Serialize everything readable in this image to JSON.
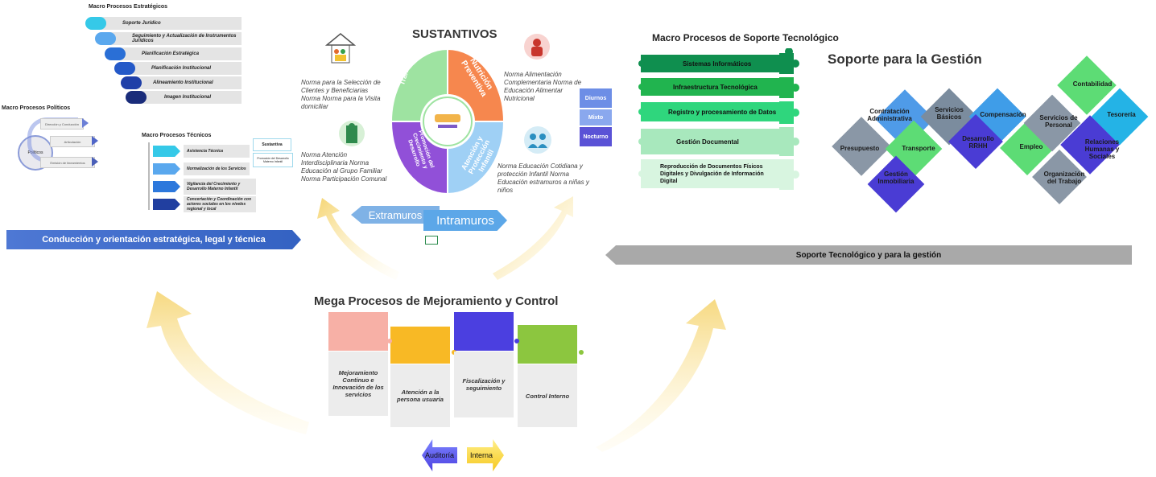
{
  "strategic": {
    "title": "Macro Procesos Estratégicos",
    "items": [
      {
        "label": "Soporte Jurídico",
        "color": "#35c9e8"
      },
      {
        "label": "Seguimiento y Actualización de Instrumentos Jurídicos",
        "color": "#5aa8ee"
      },
      {
        "label": "Planificación Estratégica",
        "color": "#2a6fd6"
      },
      {
        "label": "Planificación Institucional",
        "color": "#2459c8"
      },
      {
        "label": "Alineamiento Institucional",
        "color": "#1f3fa8"
      },
      {
        "label": "Imagen Institucional",
        "color": "#1a2c7a"
      }
    ]
  },
  "political": {
    "title": "Macro Procesos Políticos",
    "center": "Políticos",
    "items": [
      "Dirección y Conducción",
      "Articulación",
      "Emisión de lineamientos"
    ]
  },
  "technical": {
    "title": "Macro Procesos Técnicos",
    "items": [
      {
        "label": "Asistencia Técnica",
        "color": "#35c9e8"
      },
      {
        "label": "Normalización de los Servicios",
        "color": "#5aa8ee"
      },
      {
        "label": "Vigilancia del Crecimiento y Desarrollo Materno Infantil",
        "color": "#2d78dc"
      },
      {
        "label": "Concertación y Coordinación con actores sociales en los niveles regional y local",
        "color": "#213fa0"
      }
    ],
    "side_title": "Sustantiva",
    "side_text": "Promoción del Desarrollo Materno Infantil"
  },
  "left_banner": "Conducción y orientación estratégica, legal y técnica",
  "sustantivos": {
    "title": "SUSTANTIVOS",
    "quadrants": [
      "Transversales",
      "Nutrición Preventiva",
      "Promoción del Crecimiento y Desarrollo",
      "Atención y Protección Infantil"
    ],
    "notes": {
      "top_left": "Norma para la Selección de Clientes y Beneficiarias Norma Norma para la Visita domiciliar",
      "top_right": "Norma Alimentación Complementaria Norma de Educación Alimentar Nutricional",
      "mid_left": "Norma Atención Interdisciplinaria Norma Educación al Grupo Familiar Norma Participación Comunal",
      "mid_right": "Norma Educación Cotidiana y protección Infantil Norma Educación estramuros a niñas y niños"
    },
    "schedule": [
      "Diurnos",
      "Mixto",
      "Nocturno"
    ],
    "arrow_left": "Extramuros",
    "arrow_right": "Intramuros"
  },
  "tech_support": {
    "title": "Macro Procesos de Soporte Tecnológico",
    "items": [
      {
        "label": "Sistemas Informáticos",
        "color": "#0f8f4f"
      },
      {
        "label": "Infraestructura Tecnológica",
        "color": "#21b44f"
      },
      {
        "label": "Registro y procesamiento de Datos",
        "color": "#2fd67d"
      },
      {
        "label": "Gestión Documental",
        "color": "#8de0a9"
      },
      {
        "label": "Reproducción de Documentos Físicos Digitales y Divulgación de Información Digital",
        "color": "#c9f0d4"
      }
    ]
  },
  "management": {
    "title": "Soporte para la Gestión",
    "pieces": [
      "Contratación Administrativa",
      "Servicios Básicos",
      "Compensación",
      "Contabilidad",
      "Presupuesto",
      "Transporte",
      "Desarrollo RRHH",
      "Empleo",
      "Servicios de Personal",
      "Tesorería",
      "Gestión Inmobiliaria",
      "Relaciones Humanas y Sociales",
      "Organización del Trabajo"
    ]
  },
  "right_banner": "Soporte Tecnológico y para la gestión",
  "mega": {
    "title": "Mega Procesos de Mejoramiento y Control",
    "items": [
      {
        "label": "Mejoramiento Continuo e Innovación de los servicios",
        "color": "#f7b0a6"
      },
      {
        "label": "Atención a la persona usuaria",
        "color": "#f8b925"
      },
      {
        "label": "Fiscalización y seguimiento",
        "color": "#4b3fe0"
      },
      {
        "label": "Control Interno",
        "color": "#8cc63f"
      }
    ],
    "audit_left": "Auditoría",
    "audit_right": "Interna"
  }
}
